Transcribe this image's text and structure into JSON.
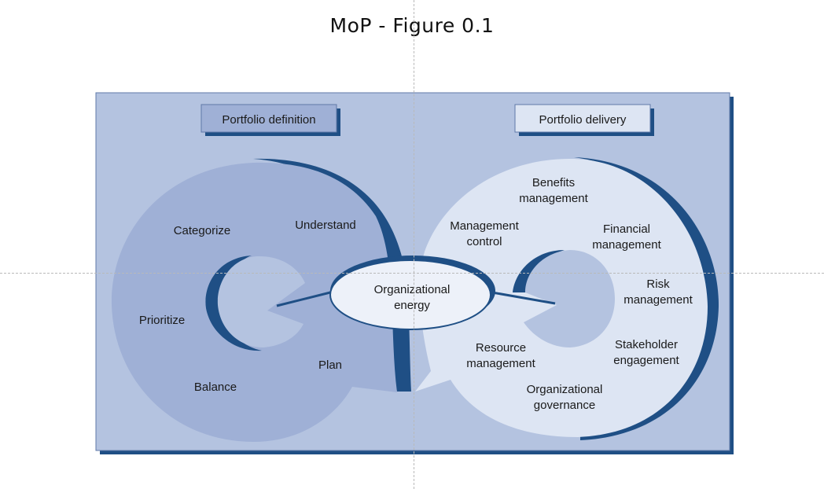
{
  "title": "MoP - Figure 0.1",
  "colors": {
    "frame_fill": "#b4c3e0",
    "frame_shadow": "#1f4f85",
    "left_cycle": "#9fb0d6",
    "right_cycle": "#dde5f3",
    "arrow_dark": "#1f4f85",
    "energy_fill": "#edf1f9"
  },
  "boxes": {
    "definition": "Portfolio definition",
    "delivery": "Portfolio delivery"
  },
  "center": {
    "line1": "Organizational",
    "line2": "energy"
  },
  "left_cycle": {
    "categorize": "Categorize",
    "understand": "Understand",
    "prioritize": "Prioritize",
    "plan": "Plan",
    "balance": "Balance"
  },
  "right_cycle": {
    "benefits": [
      "Benefits",
      "management"
    ],
    "management_control": [
      "Management",
      "control"
    ],
    "financial": [
      "Financial",
      "management"
    ],
    "risk": [
      "Risk",
      "management"
    ],
    "stakeholder": [
      "Stakeholder",
      "engagement"
    ],
    "resource": [
      "Resource",
      "management"
    ],
    "governance": [
      "Organizational",
      "governance"
    ]
  }
}
